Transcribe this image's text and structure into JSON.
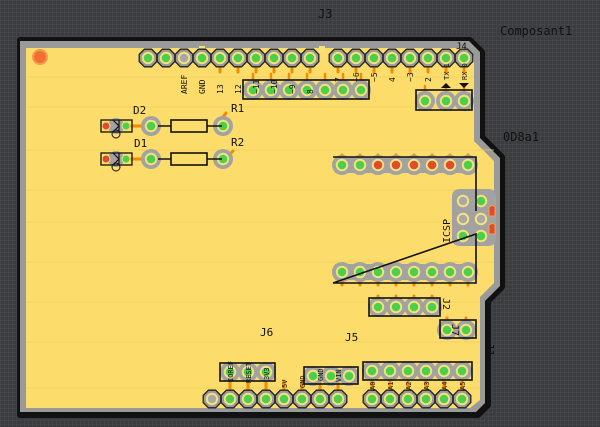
{
  "canvas": {
    "component_label": "Composant1",
    "sub_label": "0D8a1"
  },
  "colors": {
    "background": "#3a3c3f",
    "board_fill": "#fcdc6a",
    "board_border": "#9a9a9a",
    "board_outline": "#111111",
    "pad_copper": "#9a9a9a",
    "pad_ring": "#f5e27a",
    "pad_green": "#4cd04c",
    "pad_red": "#e04b2e",
    "trace_orange": "#f08c00",
    "mount_hole": "#f07030"
  },
  "parts": {
    "J3": {
      "label": "J3"
    },
    "J4": {
      "label": "J4"
    },
    "J5": {
      "label": "J5"
    },
    "J6": {
      "label": "J6"
    },
    "J1": {
      "label": "J1"
    },
    "J2": {
      "label": "J2"
    },
    "J7": {
      "label": "J7"
    },
    "D1": {
      "label": "D1"
    },
    "D2": {
      "label": "D2"
    },
    "R1": {
      "label": "R1"
    },
    "R2": {
      "label": "R2"
    },
    "ICSP": {
      "label": "ICSP"
    }
  },
  "header_top_left_pins": [
    "",
    "",
    "AREF",
    "GND",
    "13",
    "12",
    "~11",
    "~10",
    "~9",
    "8"
  ],
  "header_top_right_pins": [
    "7",
    "~6",
    "~5",
    "4",
    "~3",
    "2",
    "TX 1",
    "RX 0"
  ],
  "power_pins": [
    "IOREF",
    "RESET",
    "3V3",
    "5V",
    "GND",
    "GND",
    "VIN"
  ],
  "analog_pins": [
    "A0",
    "A1",
    "A2",
    "A3",
    "A4",
    "A5"
  ]
}
